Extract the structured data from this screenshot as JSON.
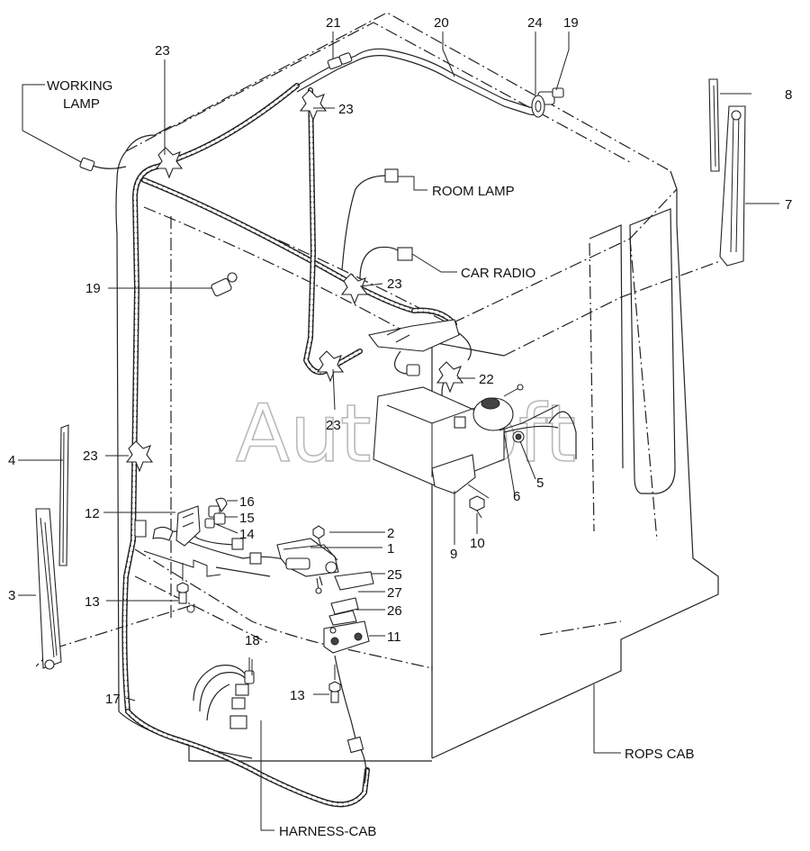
{
  "watermark": "AutoSoft",
  "callouts": {
    "working_lamp_1": "WORKING",
    "working_lamp_2": "LAMP",
    "room_lamp": "ROOM LAMP",
    "car_radio": "CAR RADIO",
    "rops_cab": "ROPS CAB",
    "harness_cab": "HARNESS-CAB"
  },
  "part_numbers": {
    "p1": "1",
    "p2": "2",
    "p3": "3",
    "p4": "4",
    "p5": "5",
    "p6": "6",
    "p7": "7",
    "p8": "8",
    "p9": "9",
    "p10": "10",
    "p11": "11",
    "p12": "12",
    "p13a": "13",
    "p13b": "13",
    "p14": "14",
    "p15": "15",
    "p16": "16",
    "p17": "17",
    "p18": "18",
    "p19a": "19",
    "p19b": "19",
    "p20": "20",
    "p21": "21",
    "p22": "22",
    "p23a": "23",
    "p23b": "23",
    "p23c": "23",
    "p23d": "23",
    "p23e": "23",
    "p24": "24",
    "p25": "25",
    "p26": "26",
    "p27": "27"
  }
}
